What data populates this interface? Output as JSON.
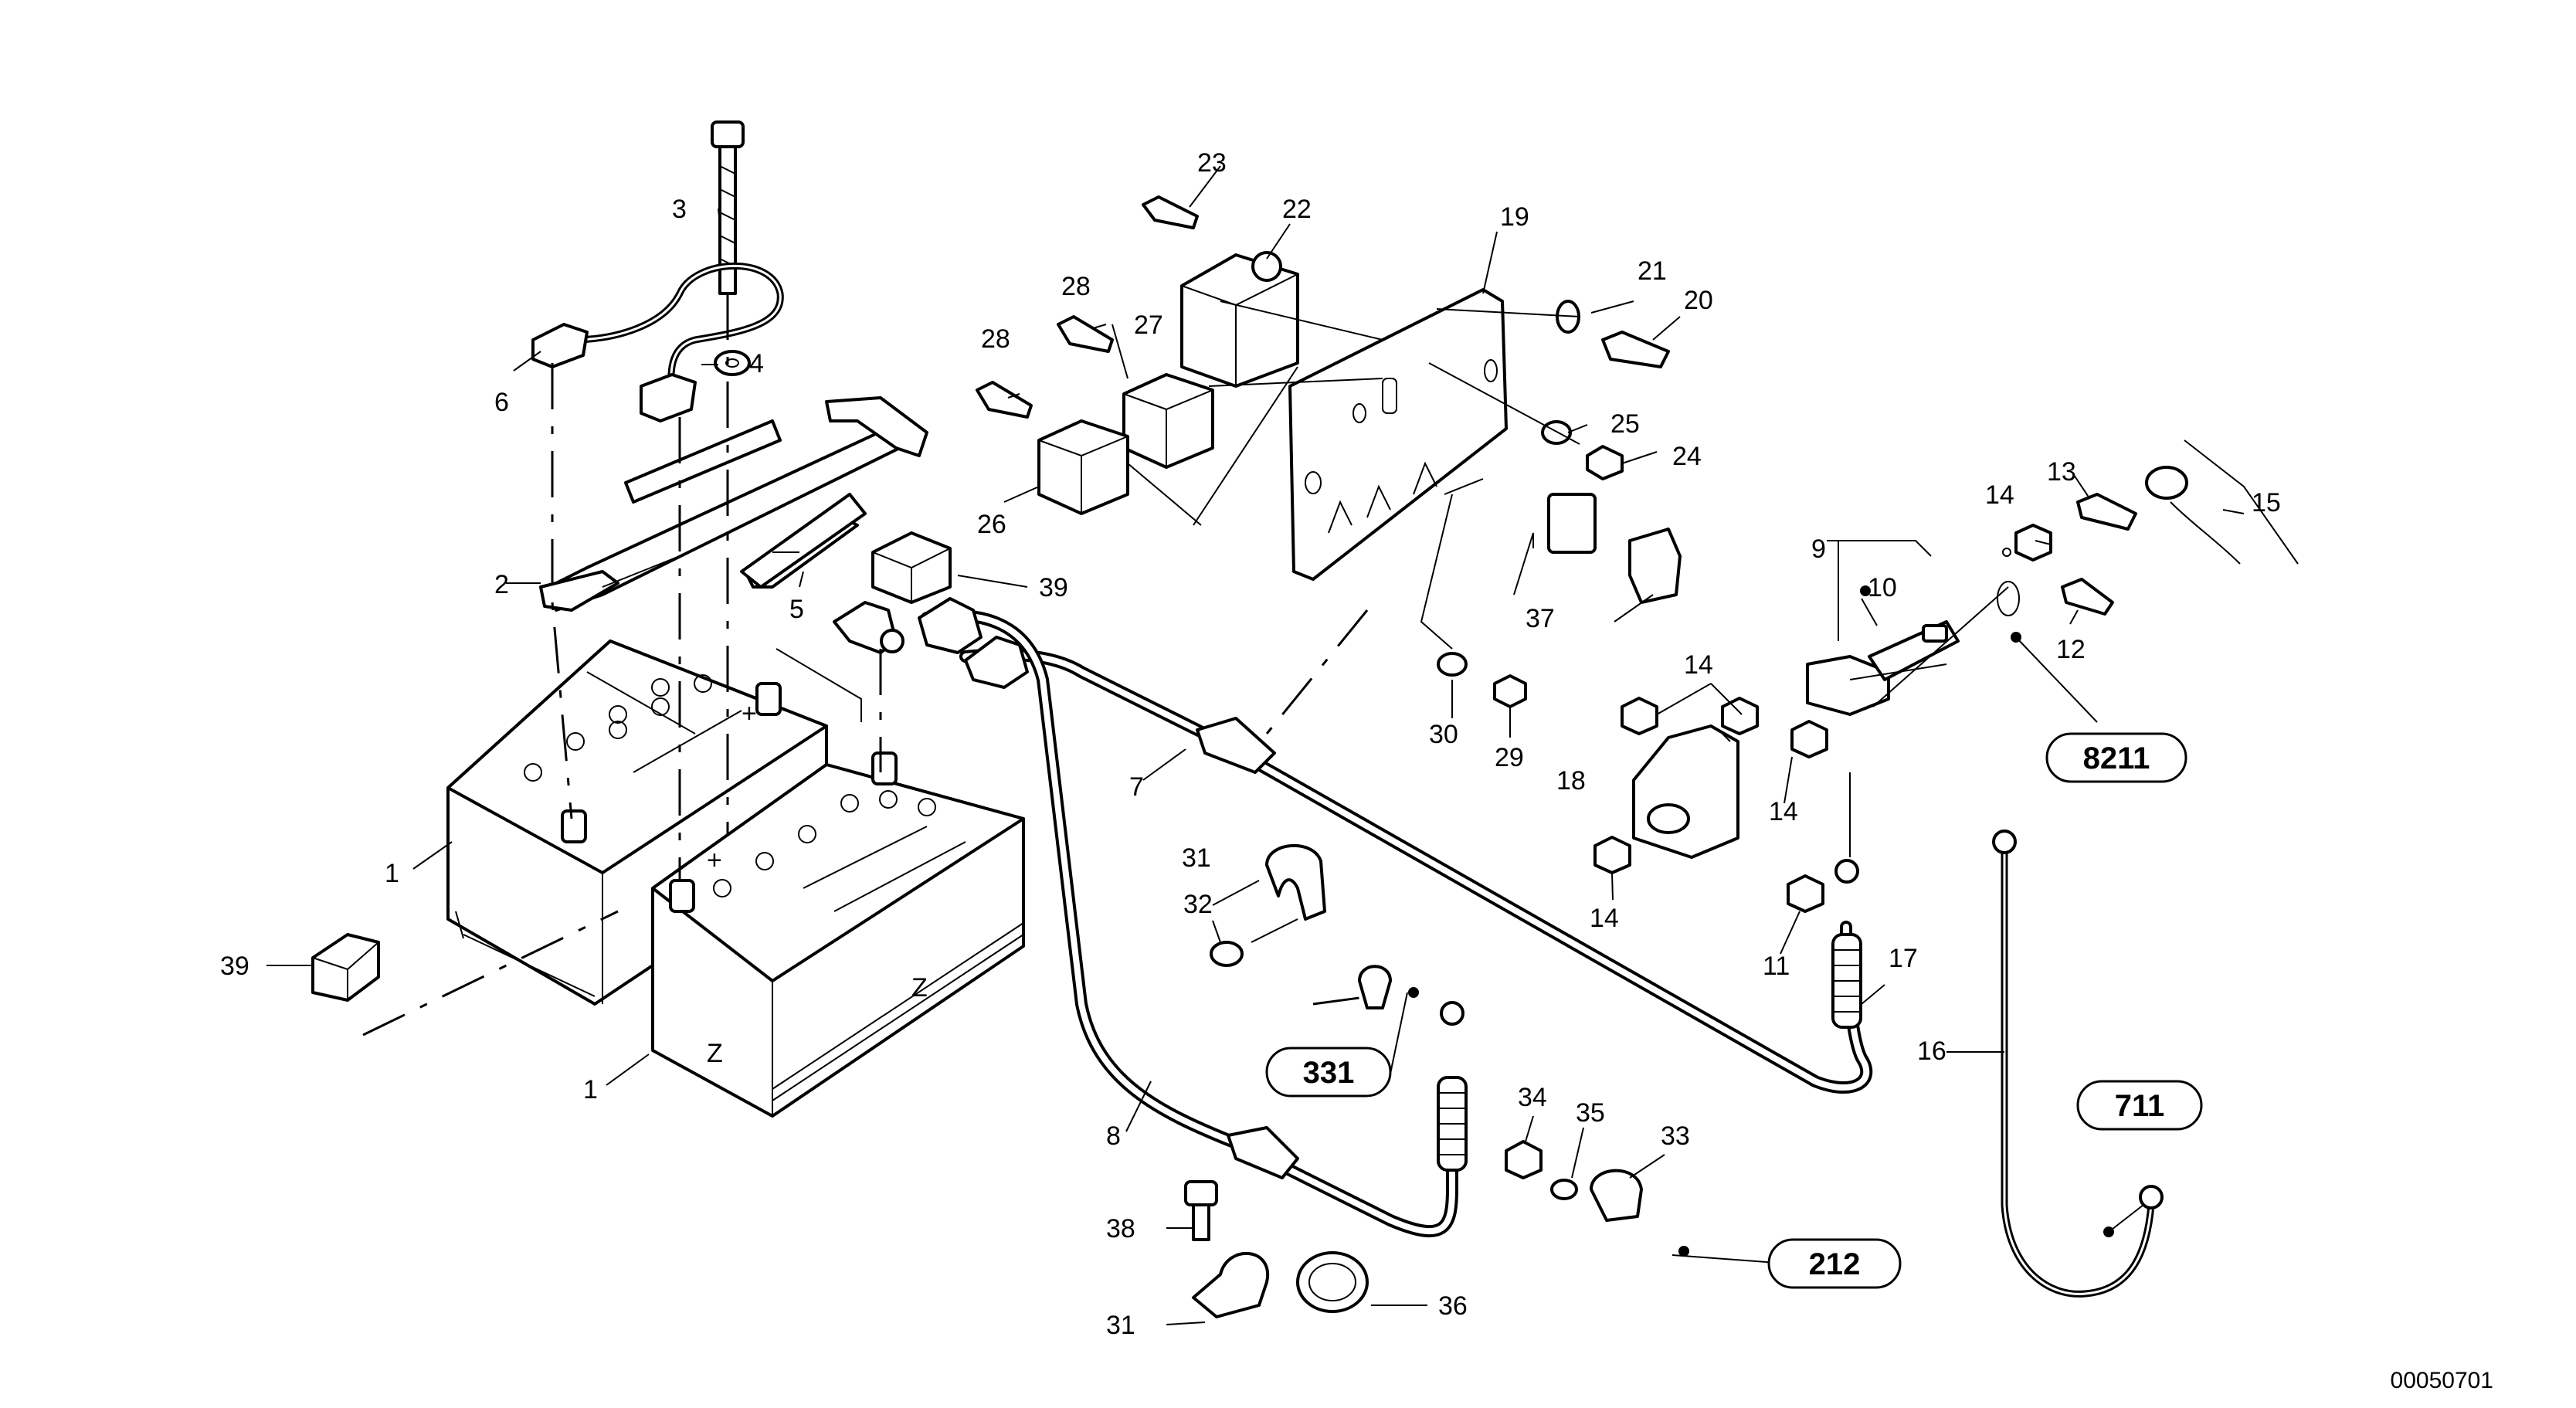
{
  "labels": {
    "p1a": "1",
    "p1b": "1",
    "p2": "2",
    "p3": "3",
    "p4": "4",
    "p5": "5",
    "p6": "6",
    "p7": "7",
    "p8": "8",
    "p9": "9",
    "p10": "10",
    "p11": "11",
    "p12": "12",
    "p13": "13",
    "p14a": "14",
    "p14b": "14",
    "p14c": "14",
    "p14d": "14",
    "p15": "15",
    "p16": "16",
    "p17": "17",
    "p18": "18",
    "p19": "19",
    "p20": "20",
    "p21": "21",
    "p22": "22",
    "p23": "23",
    "p24": "24",
    "p25": "25",
    "p26": "26",
    "p27": "27",
    "p28a": "28",
    "p28b": "28",
    "p29": "29",
    "p30": "30",
    "p31a": "31",
    "p31b": "31",
    "p32": "32",
    "p33": "33",
    "p34": "34",
    "p35": "35",
    "p36": "36",
    "p37": "37",
    "p38": "38",
    "p39a": "39",
    "p39b": "39"
  },
  "references": {
    "r8211": "8211",
    "r331": "331",
    "r711": "711",
    "r212": "212"
  },
  "battery_marks": {
    "plus_a": "+",
    "plus_b": "+",
    "z_a": "Z",
    "z_b": "Z"
  },
  "drawing_number": "00050701"
}
